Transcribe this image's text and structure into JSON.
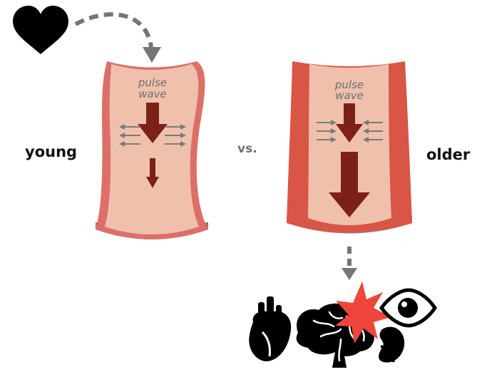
{
  "labels": {
    "young": "young",
    "vs": "vs.",
    "older": "older",
    "pulse": "pulse",
    "wave": "wave"
  },
  "colors": {
    "vessel_inner": "#efc1ad",
    "young_wall": "#dc7068",
    "older_wall": "#d95545",
    "vessel_bottom": "#b56a66",
    "flow_arrow": "#7d2118",
    "side_arrow": "#7a7a7a",
    "dash_arrow": "#757575",
    "starburst": "#f0453a",
    "icon": "#000000"
  },
  "icons": [
    "heart-icon",
    "anatomical-heart-icon",
    "brain-icon",
    "starburst-icon",
    "eye-icon",
    "kidney-icon"
  ]
}
